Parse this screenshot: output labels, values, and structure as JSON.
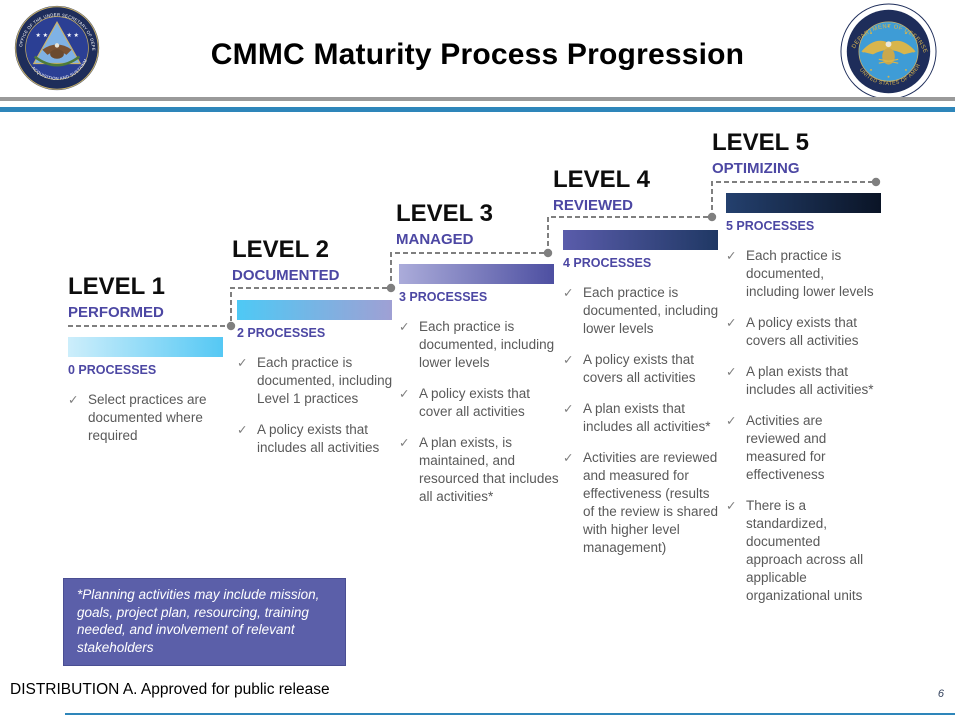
{
  "header": {
    "title": "CMMC Maturity Process Progression",
    "left_seal": {
      "ring_text_top": "OFFICE OF THE UNDER SECRETARY OF DEFENSE",
      "ring_text_bottom": "ACQUISITION AND SUSTAINMENT"
    },
    "right_seal": {
      "ring_text_top": "DEPARTMENT OF DEFENSE",
      "ring_text_bottom": "UNITED STATES OF AMERICA"
    }
  },
  "glyphs": {
    "check": "✓"
  },
  "levels": [
    {
      "title": "LEVEL 1",
      "subtitle": "PERFORMED",
      "processes_label": "0 PROCESSES",
      "bar_css": "linear-gradient(90deg, #cdeefb, #55c8f4)",
      "bullets": [
        "Select practices are documented where required"
      ]
    },
    {
      "title": "LEVEL 2",
      "subtitle": "DOCUMENTED",
      "processes_label": "2 PROCESSES",
      "bar_css": "linear-gradient(90deg, #4ec9f5, #9fa0d4)",
      "bullets": [
        "Each practice is documented, including Level 1 practices",
        "A policy exists that includes all activities"
      ]
    },
    {
      "title": "LEVEL 3",
      "subtitle": "MANAGED",
      "processes_label": "3 PROCESSES",
      "bar_css": "linear-gradient(90deg, #abacda, #4d4fa1)",
      "bullets": [
        "Each practice is documented, including lower levels",
        "A policy exists that cover all activities",
        "A plan exists, is maintained, and resourced that includes all activities*"
      ]
    },
    {
      "title": "LEVEL 4",
      "subtitle": "REVIEWED",
      "processes_label": "4 PROCESSES",
      "bar_css": "linear-gradient(90deg, #5a5cab, #1f3864)",
      "bullets": [
        "Each practice is documented, including lower levels",
        "A policy exists that covers all activities",
        "A plan exists that includes all activities*",
        "Activities are reviewed and measured for effectiveness (results of the review is shared with higher level management)"
      ]
    },
    {
      "title": "LEVEL 5",
      "subtitle": "OPTIMIZING",
      "processes_label": "5 PROCESSES",
      "bar_css": "linear-gradient(90deg, #24406e, #0a1426)",
      "bullets": [
        "Each practice is documented, including lower levels",
        "A policy exists that covers all activities",
        "A plan exists that includes all activities*",
        "Activities are reviewed and measured for effectiveness",
        "There is a standardized, documented approach across all applicable organizational units"
      ]
    }
  ],
  "footnote": "*Planning activities may include mission, goals, project plan, resourcing, training needed, and involvement of relevant stakeholders",
  "footer": {
    "distribution": "DISTRIBUTION A.  Approved for public release",
    "page_number": "6"
  },
  "colors": {
    "accent_purple": "#4c47a3",
    "header_gray_line": "#9a9a9a",
    "header_blue_line": "#2e86ba",
    "footnote_bg": "#5b5fa9",
    "body_text": "#595959",
    "connector_gray": "#7f7f7f"
  }
}
